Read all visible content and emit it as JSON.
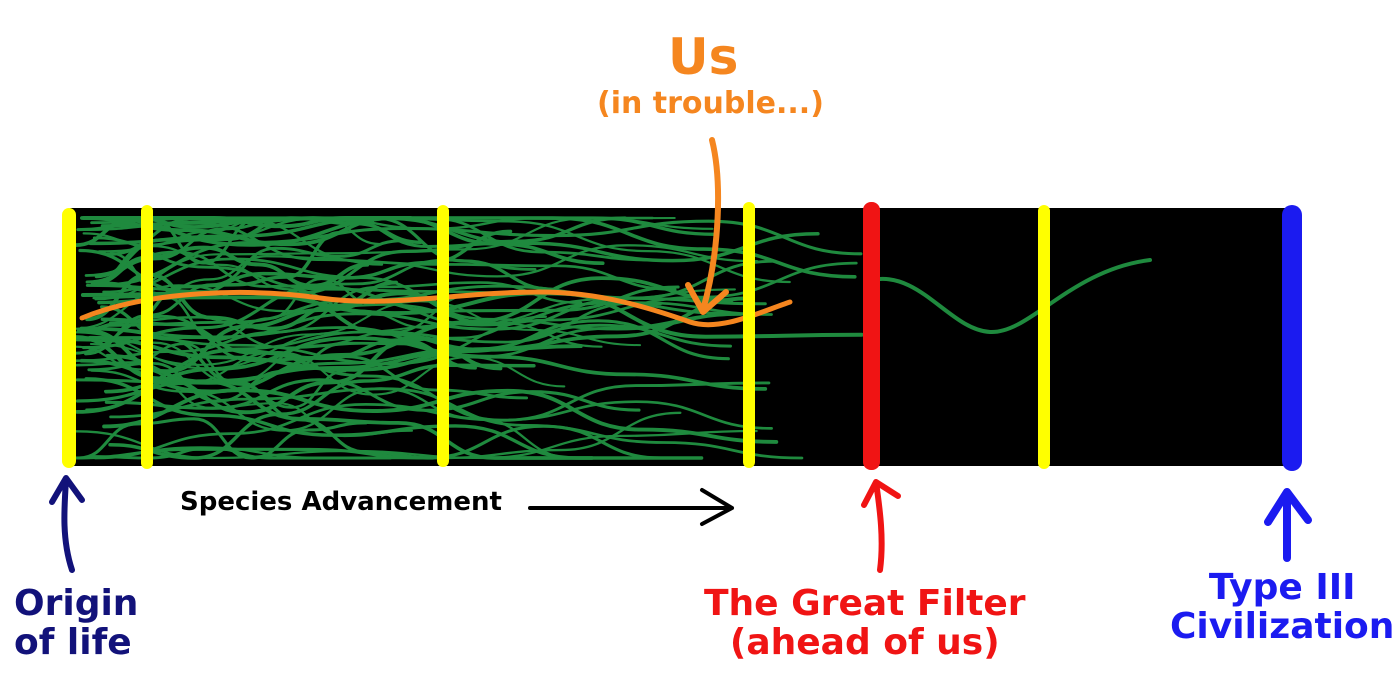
{
  "labels": {
    "us_title": "Us",
    "us_subtitle": "(in trouble...)",
    "advancement": "Species Advancement",
    "origin": [
      "Origin",
      "of life"
    ],
    "great_filter": [
      "The Great Filter",
      "(ahead of us)"
    ],
    "type_three": [
      "Type III",
      "Civilization"
    ]
  },
  "colors": {
    "band": "#000000",
    "strands": "#1f8a3e",
    "us_line": "#f5861f",
    "milestones": "#ffff00",
    "great_filter": "#f01414",
    "type_three": "#1b1bf0",
    "origin_text": "#12127a",
    "advancement_arrow": "#000000"
  },
  "icons": [
    "up-arrow-icon",
    "right-arrow-icon",
    "curved-down-arrow-icon"
  ]
}
